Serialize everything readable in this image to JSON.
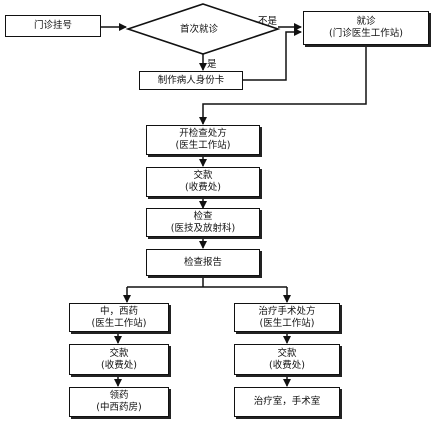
{
  "nodes": {
    "registration": "门诊挂号",
    "first_visit": "首次就诊",
    "consult": {
      "line1": "就诊",
      "line2": "(门诊医生工作站)"
    },
    "make_card": "制作病人身份卡",
    "exam_prescription": {
      "line1": "开检查处方",
      "line2": "(医生工作站)"
    },
    "pay1": {
      "line1": "交款",
      "line2": "(收费处)"
    },
    "exam": {
      "line1": "检查",
      "line2": "(医技及放射科)"
    },
    "exam_report": "检查报告",
    "medicine": {
      "line1": "中，西药",
      "line2": "(医生工作站)"
    },
    "surgery_prescription": {
      "line1": "治疗手术处方",
      "line2": "(医生工作站)"
    },
    "pay2": {
      "line1": "交款",
      "line2": "(收费处)"
    },
    "pay3": {
      "line1": "交款",
      "line2": "(收费处)"
    },
    "get_medicine": {
      "line1": "领药",
      "line2": "(中西药房)"
    },
    "treatment_room": "治疗室，手术室"
  },
  "edge_labels": {
    "no": "不是",
    "yes": "是"
  }
}
